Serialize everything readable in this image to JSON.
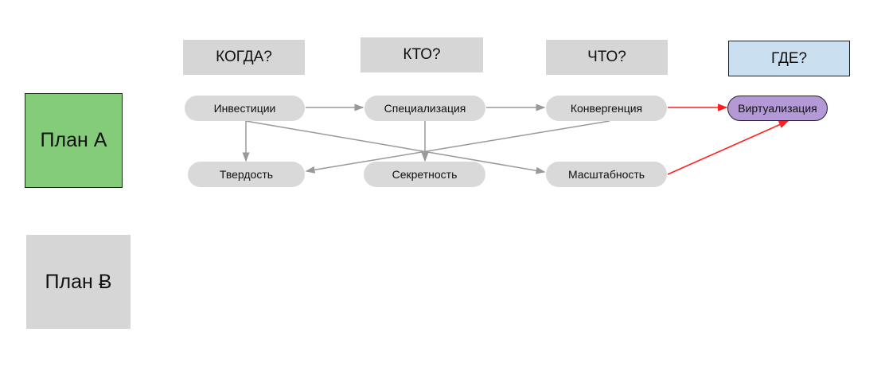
{
  "plans": [
    {
      "label": "План A",
      "color": "#85cc7a"
    },
    {
      "label": "План Ƀ",
      "color": "#d6d6d6"
    }
  ],
  "headers": [
    "КОГДА?",
    "КТО?",
    "ЧТО?",
    "ГДЕ?"
  ],
  "nodes": {
    "investments": "Инвестиции",
    "specialization": "Специализация",
    "convergence": "Конвергенция",
    "virtualization": "Виртуализация",
    "hardness": "Твердость",
    "secrecy": "Секретность",
    "scalability": "Масштабность"
  },
  "colors": {
    "edge": "#999999",
    "highlight_edge": "#ff2020",
    "where_header": "#cadff0",
    "virtualization": "#b39ad6"
  }
}
